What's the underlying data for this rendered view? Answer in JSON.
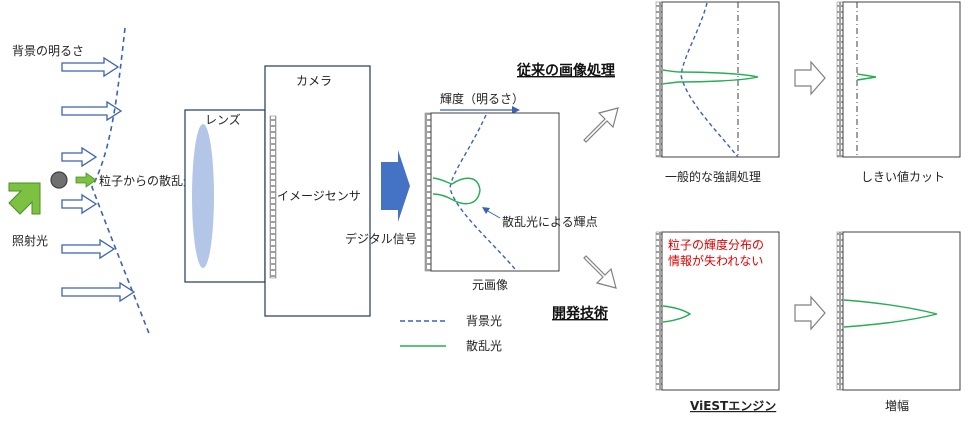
{
  "labels": {
    "background_brightness": "背景の明るさ",
    "particle_scatter": "粒子からの散乱光",
    "illumination": "照射光",
    "lens": "レンズ",
    "camera": "カメラ",
    "image_sensor": "イメージセンサ",
    "digital_signal": "デジタル信号",
    "brightness_axis": "輝度（明るさ）",
    "bright_spot": "散乱光による輝点",
    "original_image": "元画像",
    "legend_background": "背景光",
    "legend_scatter": "散乱光",
    "conventional": "従来の画像処理",
    "developed": "開発技術",
    "general_enhance": "一般的な強調処理",
    "threshold_cut": "しきい値カット",
    "viest_engine": "ViESTエンジン",
    "amplify": "増幅",
    "info_lost_1": "粒子の輝度分布の",
    "info_lost_2": "情報が失われない"
  },
  "colors": {
    "background_light": "#3b62b3",
    "scatter_light": "#27ae54",
    "illumination_arrow": "#7cc142",
    "signal_arrow": "#4472c4",
    "lens_fill": "#b3c6e7",
    "warning_text": "#e00000"
  }
}
